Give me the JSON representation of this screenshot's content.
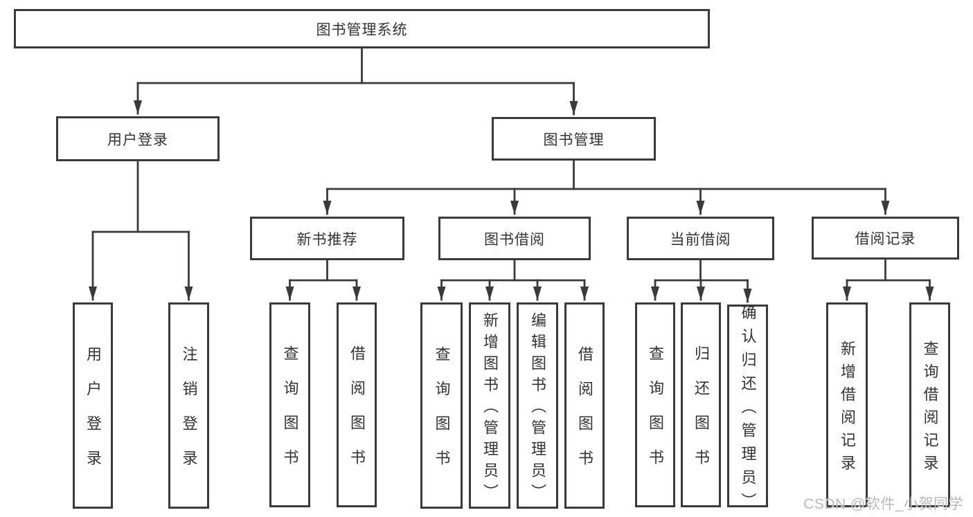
{
  "diagram": {
    "root": {
      "label": "图书管理系统"
    },
    "branches": [
      {
        "label": "用户登录",
        "leaves": [
          {
            "label": "用户登录"
          },
          {
            "label": "注销登录"
          }
        ]
      },
      {
        "label": "图书管理",
        "sections": [
          {
            "label": "新书推荐",
            "leaves": [
              {
                "label": "查询图书"
              },
              {
                "label": "借阅图书"
              }
            ]
          },
          {
            "label": "图书借阅",
            "leaves": [
              {
                "label": "查询图书"
              },
              {
                "label": "新增图书（管理员）"
              },
              {
                "label": "编辑图书（管理员）"
              },
              {
                "label": "借阅图书"
              }
            ]
          },
          {
            "label": "当前借阅",
            "leaves": [
              {
                "label": "查询图书"
              },
              {
                "label": "归还图书"
              },
              {
                "label": "确认归还（管理员）"
              }
            ]
          },
          {
            "label": "借阅记录",
            "leaves": [
              {
                "label": "新增借阅记录"
              },
              {
                "label": "查询借阅记录"
              }
            ]
          }
        ]
      }
    ]
  },
  "watermark": {
    "text": "CSDN @软件_小贺同学"
  },
  "colors": {
    "line": "#3a3a3a",
    "box_border": "#3a3a3a",
    "text": "#333333",
    "background": "#ffffff",
    "watermark": "#b9b9b9"
  }
}
